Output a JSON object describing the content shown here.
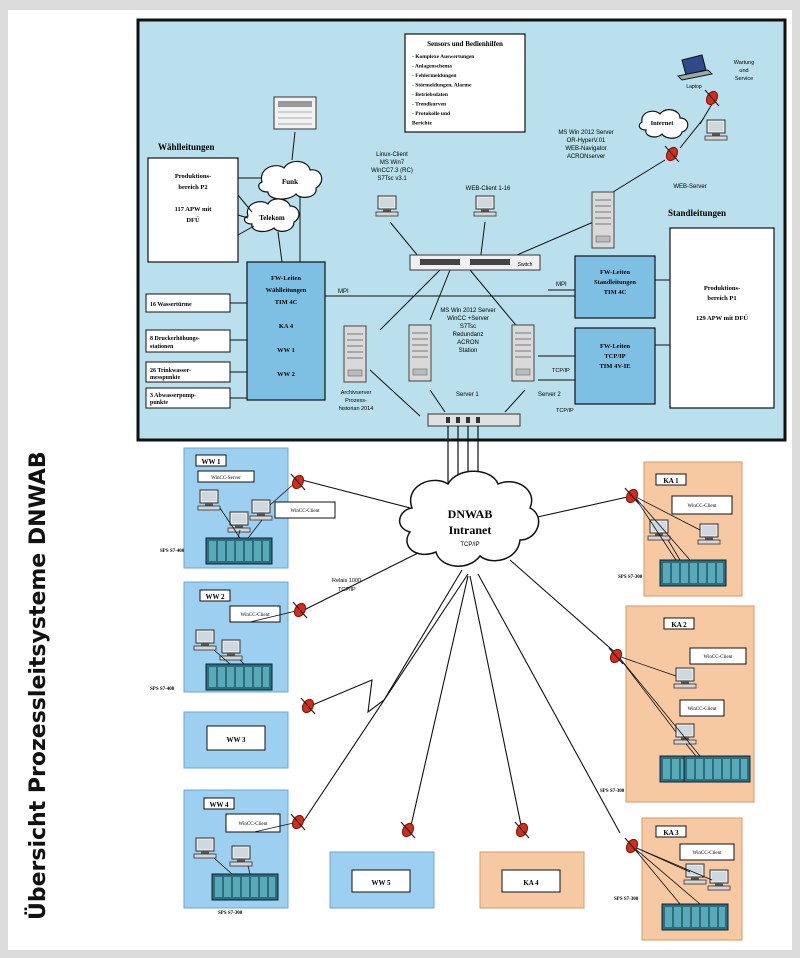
{
  "page": {
    "title": "Übersicht Prozessleitsysteme DNWAB"
  },
  "control_center": {
    "notes_title": "Sensors und Bedienhilfen",
    "notes_lines": [
      "- Komplexe Auswertungen",
      "- Anlagenschema",
      "- Fehlermeldungen",
      "- Störmeldungen, Alarme",
      "- Betriebsdaten",
      "- Trendkurven",
      "- Protokolle und",
      "  Berichte"
    ],
    "wahlleitungen_label": "Wählleitungen",
    "standleitungen_label": "Standleitungen",
    "prod_p2_lines": [
      "Produktions-",
      "bereich P2",
      "",
      "117 APW mit",
      "DFÜ"
    ],
    "prod_p1_lines": [
      "Produktions-",
      "bereich P1",
      "",
      "129 APW mit DFÜ"
    ],
    "funk_label": "Funk",
    "telekom_label": "Telekom",
    "internet_label": "Internet",
    "fw_wahl_lines": [
      "FW-Leiten",
      "Wählleitungen",
      "TIM 4C",
      "",
      "KA 4",
      "",
      "WW 1",
      "",
      "WW 2"
    ],
    "fw_stand_lines": [
      "FW-Leiten",
      "Standleitungen",
      "TIM 4C"
    ],
    "fw_tcp_lines": [
      "FW-Leiten",
      "TCP/IP",
      "TIM 4V-IE"
    ],
    "left_list": [
      "16 Wassertürme",
      "8 Druckerhöhungs-",
      "stationen",
      "26 Trinkwasser-",
      "messpunkte",
      "3 Abwasserpump-",
      "punkte"
    ],
    "linux_client_lines": [
      "Linux-Client",
      "MS Win7",
      "WinCC7.3 (RC)",
      "S7Tsc v3.1"
    ],
    "web_client_label": "WEB-Client 1-16",
    "server_desc_lines": [
      "MS Win 2012 Server",
      "OR-HyperV.01",
      "WEB-Navigator",
      "ACRONserver"
    ],
    "web_server_label": "WEB-Server",
    "main_server_lines": [
      "MS Win 2012 Server",
      "WinCC +Server",
      "S7Tsc",
      "Redundanz",
      "ACRON",
      "Station"
    ],
    "archive_server_lines": [
      "Archivserver",
      "Prozess-",
      "historian 2014"
    ],
    "laptop_lines": [
      "Wartung",
      "und",
      "Service"
    ],
    "laptop_tag": "Laptop",
    "mpi_label": "MPI",
    "server1_label": "Server 1",
    "server2_label": "Server 2",
    "tcpip_label": "TCP/IP",
    "switch_label": "Switch"
  },
  "intranet": {
    "lines": [
      "DNWAB",
      "Intranet",
      "TCP/IP"
    ]
  },
  "sites": {
    "ww1": {
      "label": "WW 1",
      "plc": "SPS S7-400",
      "station": "WinCC-Server",
      "client": "WinCC-Client"
    },
    "ww2": {
      "label": "WW 2",
      "plc": "SPS S7-400",
      "station": "WinCC-Client"
    },
    "ww3": {
      "label": "WW 3"
    },
    "ww4": {
      "label": "WW 4",
      "plc": "SPS S7-300",
      "station": "WinCC-Client"
    },
    "ww5": {
      "label": "WW 5"
    },
    "ka1": {
      "label": "KA 1",
      "plc": "SPS S7-300",
      "station": "WinCC-Client"
    },
    "ka2": {
      "label": "KA 2",
      "plc": "SPS S7-300",
      "station": "WinCC-Client",
      "station2": "WinCC-Client"
    },
    "ka3": {
      "label": "KA 3",
      "plc": "SPS S7-300",
      "station": "WinCC-Client"
    },
    "ka4": {
      "label": "KA 4"
    }
  },
  "links": {
    "ww2_radio": [
      "Relais 1000",
      "TCP/IP"
    ]
  },
  "colors": {
    "blue_area": "#b9e0ec",
    "site_blue": "#9dcff0",
    "site_orange": "#f6c9a3",
    "router_red": "#d62a1a",
    "plc_teal": "#3f8c9c"
  }
}
